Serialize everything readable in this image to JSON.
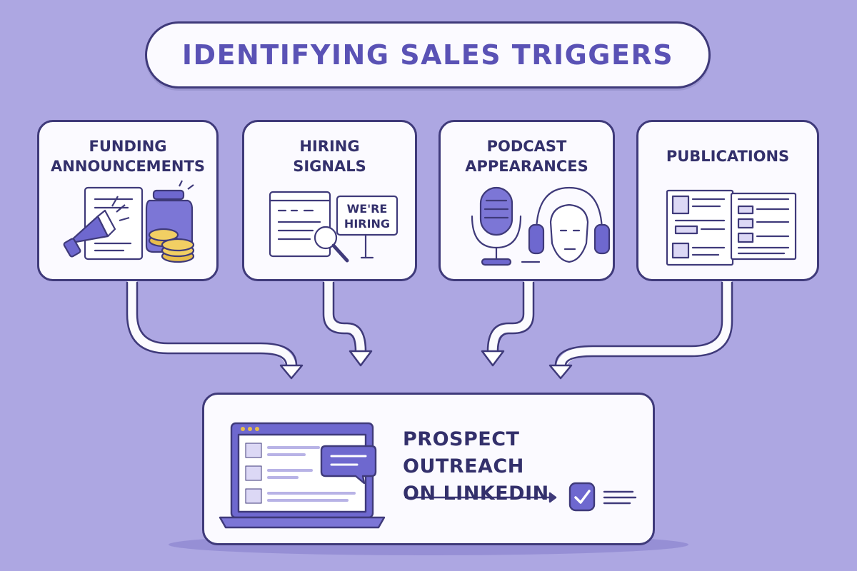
{
  "title": "IDENTIFYING SALES TRIGGERS",
  "triggers": [
    {
      "label": "FUNDING\nANNOUNCEMENTS",
      "icon": "megaphone-and-coins-icon"
    },
    {
      "label": "HIRING\nSIGNALS",
      "icon": "hiring-sign-icon",
      "sign_text": "WE'RE\nHIRING"
    },
    {
      "label": "PODCAST\nAPPEARANCES",
      "icon": "microphone-headphones-icon"
    },
    {
      "label": "PUBLICATIONS",
      "icon": "publication-pages-icon"
    }
  ],
  "outcome": {
    "label": "PROSPECT OUTREACH\nON LINKEDIN",
    "icon": "laptop-chat-icon",
    "status_icon": "checkmark-icon"
  },
  "colors": {
    "background": "#ada7e2",
    "card": "#fbfaff",
    "outline": "#3f3a7a",
    "accent": "#6e68cf",
    "title_text": "#5a52b5",
    "coin": "#e8bd4a"
  }
}
